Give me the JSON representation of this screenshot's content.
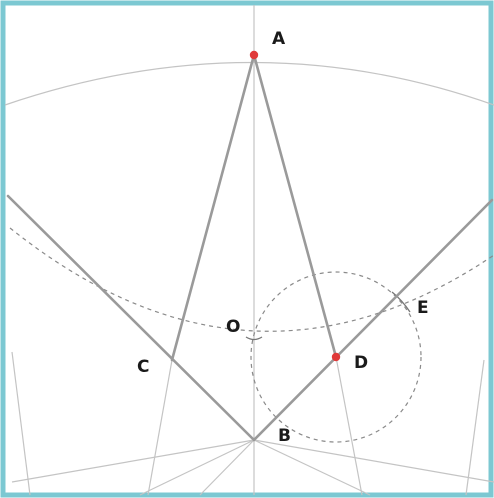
{
  "colors": {
    "frame": "#7cc8d2",
    "thin_line": "#c4c4c4",
    "thick_line": "#9a9a9a",
    "dashed": "#8a8a8a",
    "point": "#e03a3a"
  },
  "labels": {
    "A": "A",
    "B": "B",
    "C": "C",
    "D": "D",
    "E": "E",
    "O": "O"
  }
}
